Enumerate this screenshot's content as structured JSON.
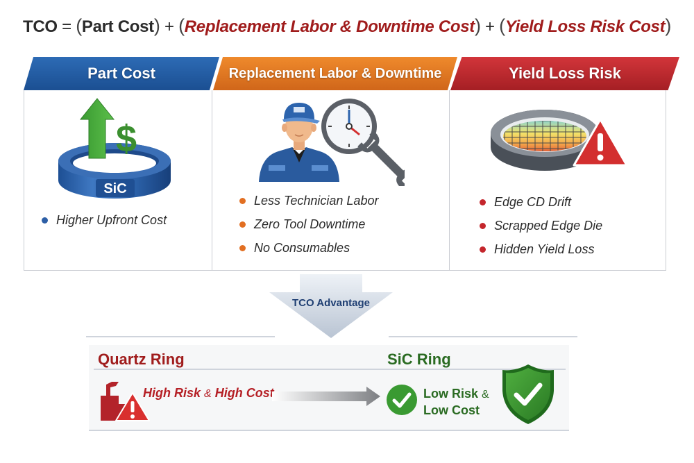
{
  "equation": {
    "lhs": "TCO",
    "equals": "=",
    "plus": "+",
    "open": "(",
    "close": ")",
    "term1": "Part Cost",
    "term2": "Replacement Labor & Downtime Cost",
    "term3": "Yield Loss Risk Cost"
  },
  "columns": [
    {
      "title": "Part Cost",
      "color": "#1f5aa0",
      "icon": "sic-ring-price-up-icon",
      "icon_label": "SiC",
      "bullets": [
        "Higher Upfront Cost"
      ]
    },
    {
      "title": "Replacement Labor & Downtime",
      "color": "#e0701f",
      "icon": "technician-clock-wrench-icon",
      "bullets": [
        "Less Technician Labor",
        "Zero Tool Downtime",
        "No Consumables"
      ]
    },
    {
      "title": "Yield Loss Risk",
      "color": "#b8262b",
      "icon": "wafer-ring-warning-icon",
      "bullets": [
        "Edge CD Drift",
        "Scrapped Edge Die",
        "Hidden Yield Loss"
      ]
    }
  ],
  "advantage": {
    "label": "TCO Advantage"
  },
  "comparison": {
    "quartz": {
      "title": "Quartz Ring",
      "status_a": "High Risk",
      "status_amp": "&",
      "status_b": "High Cost",
      "color": "#a01c1c"
    },
    "sic": {
      "title": "SiC Ring",
      "status_line1_a": "Low Risk",
      "status_amp": "&",
      "status_line2": "Low Cost",
      "color": "#2a6b22"
    }
  }
}
